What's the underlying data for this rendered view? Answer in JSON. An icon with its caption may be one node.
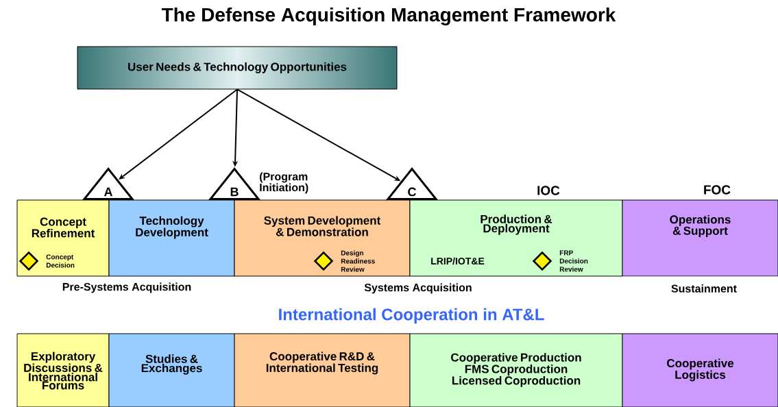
{
  "diagram": {
    "title": "The Defense Acquisition Management Framework",
    "nodes": [
      {
        "text": [
          "User Needs & Technology Opportunities"
        ]
      },
      {
        "text": [
          "A"
        ]
      },
      {
        "text": [
          "B"
        ],
        "beside": [
          "(Program Initiation)"
        ]
      },
      {
        "text": [
          "C"
        ]
      },
      {
        "text": [
          "Concept Refinement"
        ]
      },
      {
        "text": [
          "Technology Development"
        ]
      },
      {
        "text": [
          "System Development & Demonstration"
        ]
      },
      {
        "text": [
          "Production & Deployment",
          "LRIP/IOT&E"
        ]
      },
      {
        "text": [
          "Operations & Support"
        ]
      },
      {
        "text": [],
        "shape": "diamond",
        "beside": [
          "Concept Decision"
        ],
        "in": 4
      },
      {
        "text": [],
        "shape": "diamond",
        "beside": [
          "Design Readiness Review"
        ],
        "in": 6
      },
      {
        "text": [],
        "shape": "diamond",
        "beside": [
          "FRP Decision Review"
        ],
        "in": 7
      },
      {
        "text": [
          "Exploratory Discussions & International Forums"
        ]
      },
      {
        "text": [
          "Studies & Exchanges"
        ]
      },
      {
        "text": [
          "Cooperative R&D & International Testing"
        ]
      },
      {
        "text": [
          "Cooperative Production FMS Coproduction Licensed Coproduction"
        ]
      },
      {
        "text": [
          "Cooperative Logistics"
        ]
      }
    ],
    "edges": [
      {
        "from": 0,
        "to": 1,
        "arrow": "to"
      },
      {
        "from": 0,
        "to": 2,
        "arrow": "to"
      },
      {
        "from": 0,
        "to": 3,
        "arrow": "to"
      }
    ],
    "labels": [
      "IOC",
      "FOC",
      "Pre-Systems Acquisition",
      "Systems Acquisition",
      "Sustainment",
      "International Cooperation in AT&L"
    ]
  }
}
